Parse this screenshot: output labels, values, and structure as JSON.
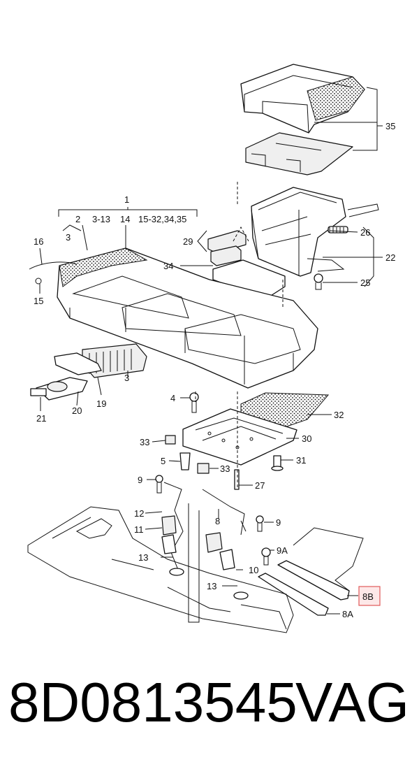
{
  "callouts": {
    "c1": "1",
    "c2": "2",
    "c3a": "3-13",
    "c14": "14",
    "c15r": "15-32,34,35",
    "c3b": "3",
    "c16": "16",
    "c15": "15",
    "c35": "35",
    "c29": "29",
    "c26": "26",
    "c22": "22",
    "c34": "34",
    "c25": "25",
    "c3c": "3",
    "c19": "19",
    "c20": "20",
    "c21": "21",
    "c4": "4",
    "c32": "32",
    "c33a": "33",
    "c30": "30",
    "c5": "5",
    "c33b": "33",
    "c31": "31",
    "c9a": "9",
    "c27": "27",
    "c12": "12",
    "c8": "8",
    "c9b": "9",
    "c11": "11",
    "c9A": "9A",
    "c13a": "13",
    "c10": "10",
    "c13b": "13",
    "c8B": "8B",
    "c8A": "8A"
  },
  "highlight_color": "#e05a5a",
  "highlight_fill": "#fde8e8",
  "footer": {
    "part_number": "8D0813545",
    "brand": "VAG"
  }
}
